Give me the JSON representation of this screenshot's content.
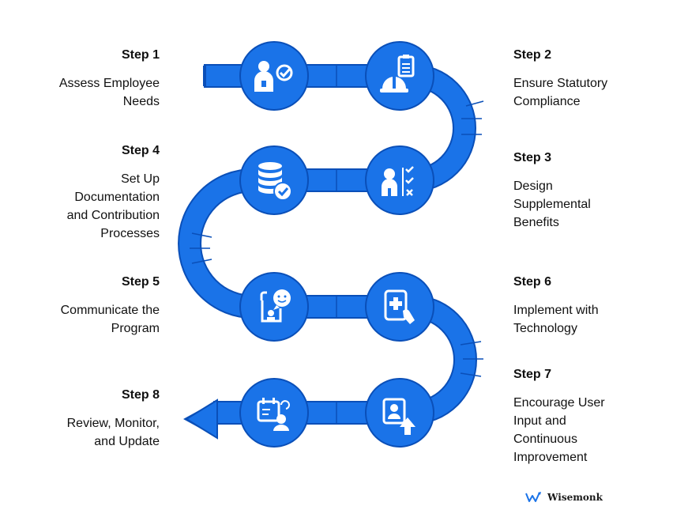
{
  "colors": {
    "accent": "#1a73e8",
    "accent_dark": "#0a4fb8",
    "text": "#111111"
  },
  "steps": [
    {
      "num": "Step 1",
      "desc": "Assess Employee\nNeeds",
      "icon": "person-check-icon"
    },
    {
      "num": "Step 2",
      "desc": "Ensure Statutory\nCompliance",
      "icon": "hardhat-clipboard-icon"
    },
    {
      "num": "Step 3",
      "desc": "Design\nSupplemental\nBenefits",
      "icon": "person-checklist-icon"
    },
    {
      "num": "Step 4",
      "desc": "Set Up\nDocumentation\nand Contribution\nProcesses",
      "icon": "database-check-icon"
    },
    {
      "num": "Step 5",
      "desc": "Communicate the\nProgram",
      "icon": "person-chat-icon"
    },
    {
      "num": "Step 6",
      "desc": "Implement with\nTechnology",
      "icon": "tablet-medical-icon"
    },
    {
      "num": "Step 7",
      "desc": "Encourage User\nInput and\nContinuous\nImprovement",
      "icon": "profile-upload-icon"
    },
    {
      "num": "Step 8",
      "desc": "Review, Monitor,\nand Update",
      "icon": "calendar-person-icon"
    }
  ],
  "brand": {
    "name": "Wisemonk",
    "logo": "wisemonk-logo-icon"
  }
}
